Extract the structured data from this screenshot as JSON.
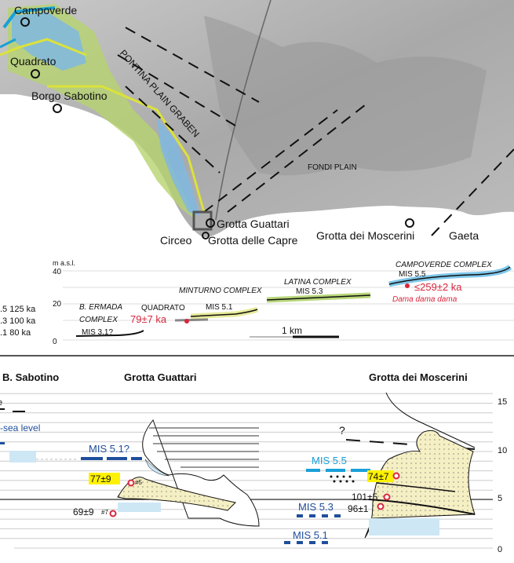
{
  "map": {
    "places": [
      "Campoverde",
      "Quadrato",
      "Borgo Sabotino",
      "Grotta Guattari",
      "Circeo",
      "Grotta delle Capre",
      "Grotta dei Moscerini",
      "Gaeta"
    ],
    "graben_label": "PONTINA PLAIN GRABEN",
    "fondi_label": "FONDI PLAIN"
  },
  "profile": {
    "y_unit": "m a.s.l.",
    "y_ticks": [
      "40",
      "20",
      "0"
    ],
    "legend": [
      ".5  125 ka",
      ".3  100 ka",
      ".1  80 ka"
    ],
    "complexes": {
      "ermada_1": "B. ERMADA",
      "ermada_2": "COMPLEX",
      "ermada_mis": "MIS 3.1?",
      "quadrato": "QUADRATO",
      "quadrato_age": "79±7 ka",
      "minturno": "MINTURNO COMPLEX",
      "minturno_mis": "MIS 5.1",
      "latina": "LATINA COMPLEX",
      "latina_mis": "MIS 5.3",
      "campoverde": "CAMPOVERDE COMPLEX",
      "campoverde_mis": "MIS 5.5",
      "campoverde_age": "≤259±2 ka",
      "campoverde_fauna": "Dama dama dama"
    },
    "scale": "1 km"
  },
  "sections": {
    "titles": [
      "B. Sabotino",
      "Grotta Guattari",
      "Grotta dei Moscerini"
    ],
    "y_ticks": [
      "15",
      "10",
      "5",
      "0"
    ],
    "sea_level_label": "-sea level",
    "sabotino_top": "e",
    "guattari": {
      "mis": "MIS 5.1?",
      "age1": "77±9",
      "sample1": "#5",
      "age2": "69±9",
      "sample2": "#7"
    },
    "moscerini": {
      "question": "?",
      "mis55": "MIS 5.5",
      "mis53": "MIS 5.3",
      "mis51": "MIS 5.1",
      "age1": "74±7",
      "age2": "101±5",
      "age3": "96±1"
    }
  },
  "colors": {
    "sea_blue": "#7fb8e0",
    "cyan": "#19a0d8",
    "green": "#b8d77a",
    "yellow": "#f5f08a",
    "red": "#d7263d",
    "navy": "#1f4e9c",
    "sand": "#f5efc4",
    "highlight": "#fff200"
  }
}
